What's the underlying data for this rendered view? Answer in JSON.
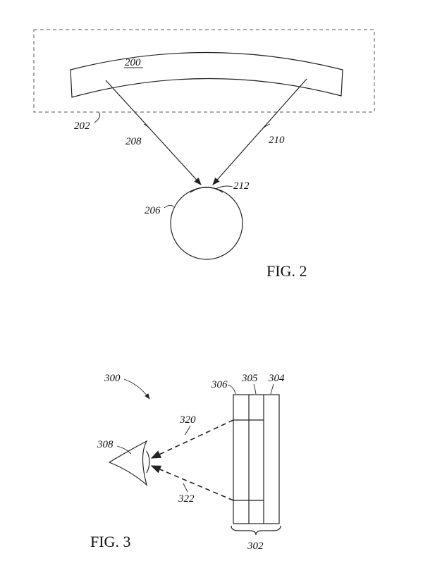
{
  "figure2": {
    "caption": "FIG. 2",
    "labels": {
      "screen": "200",
      "housing": "202",
      "eye": "206",
      "ray_left": "208",
      "ray_right": "210",
      "lens": "212"
    }
  },
  "figure3": {
    "caption": "FIG. 3",
    "labels": {
      "system": "300",
      "layer_front": "306",
      "layer_middle": "305",
      "layer_back": "304",
      "eye": "308",
      "ray_upper": "320",
      "ray_lower": "322",
      "stack": "302"
    }
  }
}
